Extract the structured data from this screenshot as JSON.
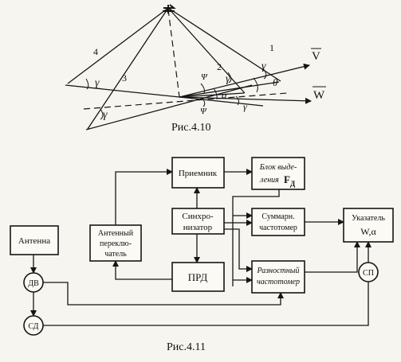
{
  "fig_4_10": {
    "caption": "Рис.4.10",
    "beam_labels": [
      "4",
      "3",
      "2",
      "1"
    ],
    "vec_v": "V",
    "vec_w": "W",
    "gamma": "γ",
    "psi": "Ψ",
    "theta": "θ",
    "alpha": "α"
  },
  "fig_4_11": {
    "caption": "Рис.4.11",
    "blocks": {
      "antenna": "Антенна",
      "switch": [
        "Антенный",
        "переклю-",
        "чатель"
      ],
      "receiver": "Приемник",
      "sync": [
        "Синхро-",
        "низатор"
      ],
      "transmitter": "ПРД",
      "fd_block": [
        "Блок выде-",
        "ления"
      ],
      "fd_symbol": "F",
      "fd_sub": "Д",
      "sum_meter": [
        "Суммарн.",
        "частотомер"
      ],
      "diff_meter": [
        "Разностный",
        "частотомер"
      ],
      "indicator": [
        "Указатель",
        "W,α"
      ]
    },
    "circles": {
      "dv": "ДВ",
      "sd": "СД",
      "sp": "СП"
    }
  }
}
